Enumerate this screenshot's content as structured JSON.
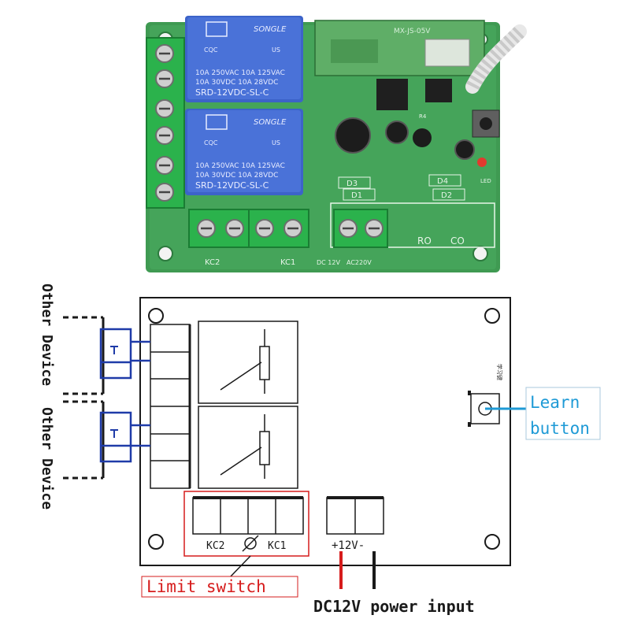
{
  "photo": {
    "relay_top": {
      "brand": "SONGLE",
      "line1": "10A 250VAC  10A 125VAC",
      "line2": "10A 30VDC   10A 28VDC",
      "model": "SRD-12VDC-SL-C"
    },
    "relay_bottom": {
      "brand": "SONGLE",
      "line1": "10A 250VAC  10A 125VAC",
      "line2": "10A 30VDC   10A 28VDC",
      "model": "SRD-12VDC-SL-C"
    },
    "cert_cqc": "CQC",
    "cert_us": "US",
    "module_text": "MX-JS-05V",
    "labels": {
      "d1": "D1",
      "d2": "D2",
      "d3": "D3",
      "d4": "D4",
      "led": "LED",
      "kc2": "KC2",
      "kc1": "KC1",
      "dc12v": "DC 12V",
      "ac220v": "AC220V",
      "ro": "RO",
      "co": "CO",
      "r4": "R4"
    }
  },
  "diagram": {
    "other_device_top": "Other Device",
    "other_device_bottom": "Other Device",
    "learn_button_line1": "Learn",
    "learn_button_line2": "button",
    "learn_cn": "学习键",
    "kc2": "KC2",
    "kc1": "KC1",
    "power_terminal": "+12V-",
    "limit_switch": "Limit switch",
    "power_input": "DC12V power input",
    "colors": {
      "blue": "#1f3ba8",
      "red": "#d61c1c",
      "cyan": "#1e9ad6",
      "pcb_green": "#3f9a52"
    }
  }
}
